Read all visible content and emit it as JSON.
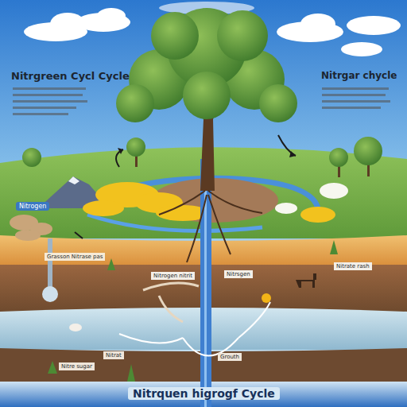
{
  "diagram": {
    "title": "Nitrgreen Cycl Cycle",
    "caption": "Nitrquen higrogf Cycle",
    "labels": [
      "Nitrgar chycle",
      "Nitrogen",
      "Grasson Nitrase pas",
      "Nitrogen nitrit",
      "Nitrsgen",
      "Nitrate rash",
      "Nitre sugar",
      "Nitrat",
      "Grouth"
    ]
  }
}
